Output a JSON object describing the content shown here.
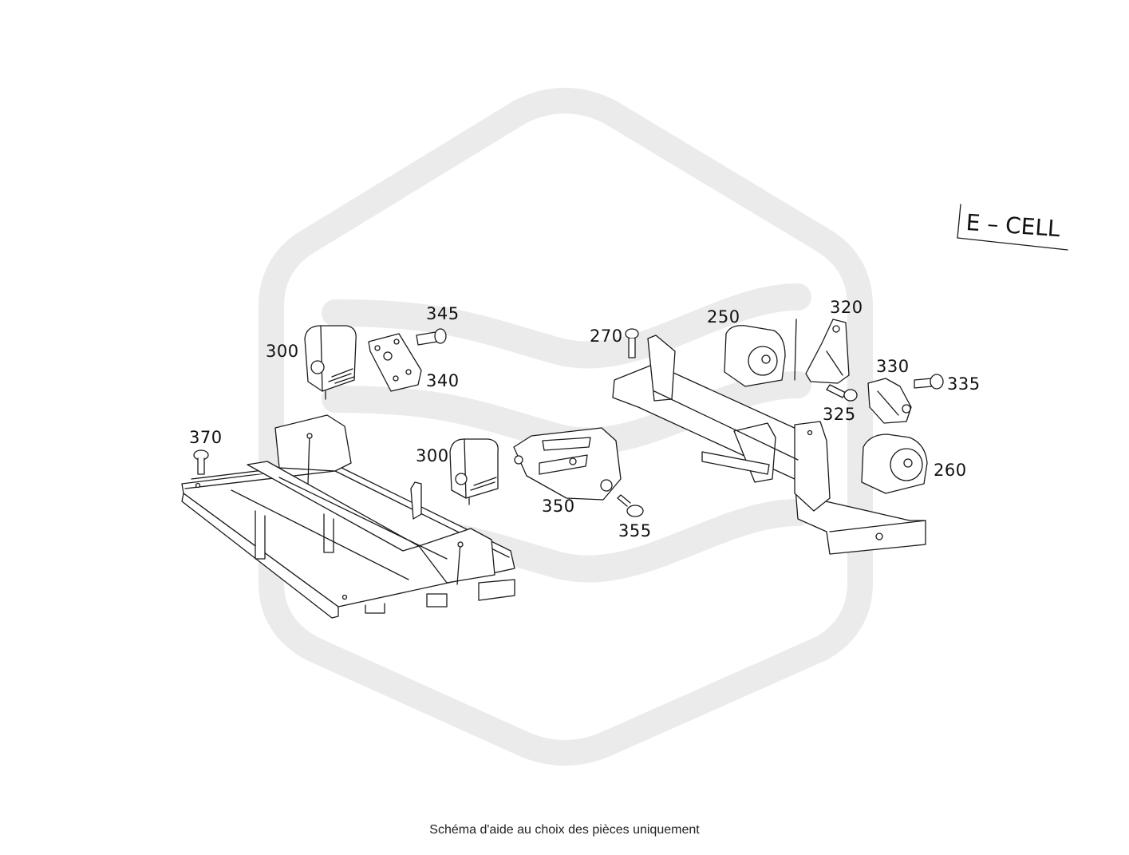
{
  "variant_tag": "E – CELL",
  "caption": "Schéma d'aide au choix des pièces uniquement",
  "labels": {
    "l300a": "300",
    "l345": "345",
    "l340": "340",
    "l370": "370",
    "l300b": "300",
    "l350": "350",
    "l355": "355",
    "l270": "270",
    "l250": "250",
    "l320": "320",
    "l330": "330",
    "l335": "335",
    "l325": "325",
    "l260": "260"
  },
  "colors": {
    "watermark": "#ebebeb",
    "line": "#1a1a1a",
    "fill": "#ffffff"
  }
}
